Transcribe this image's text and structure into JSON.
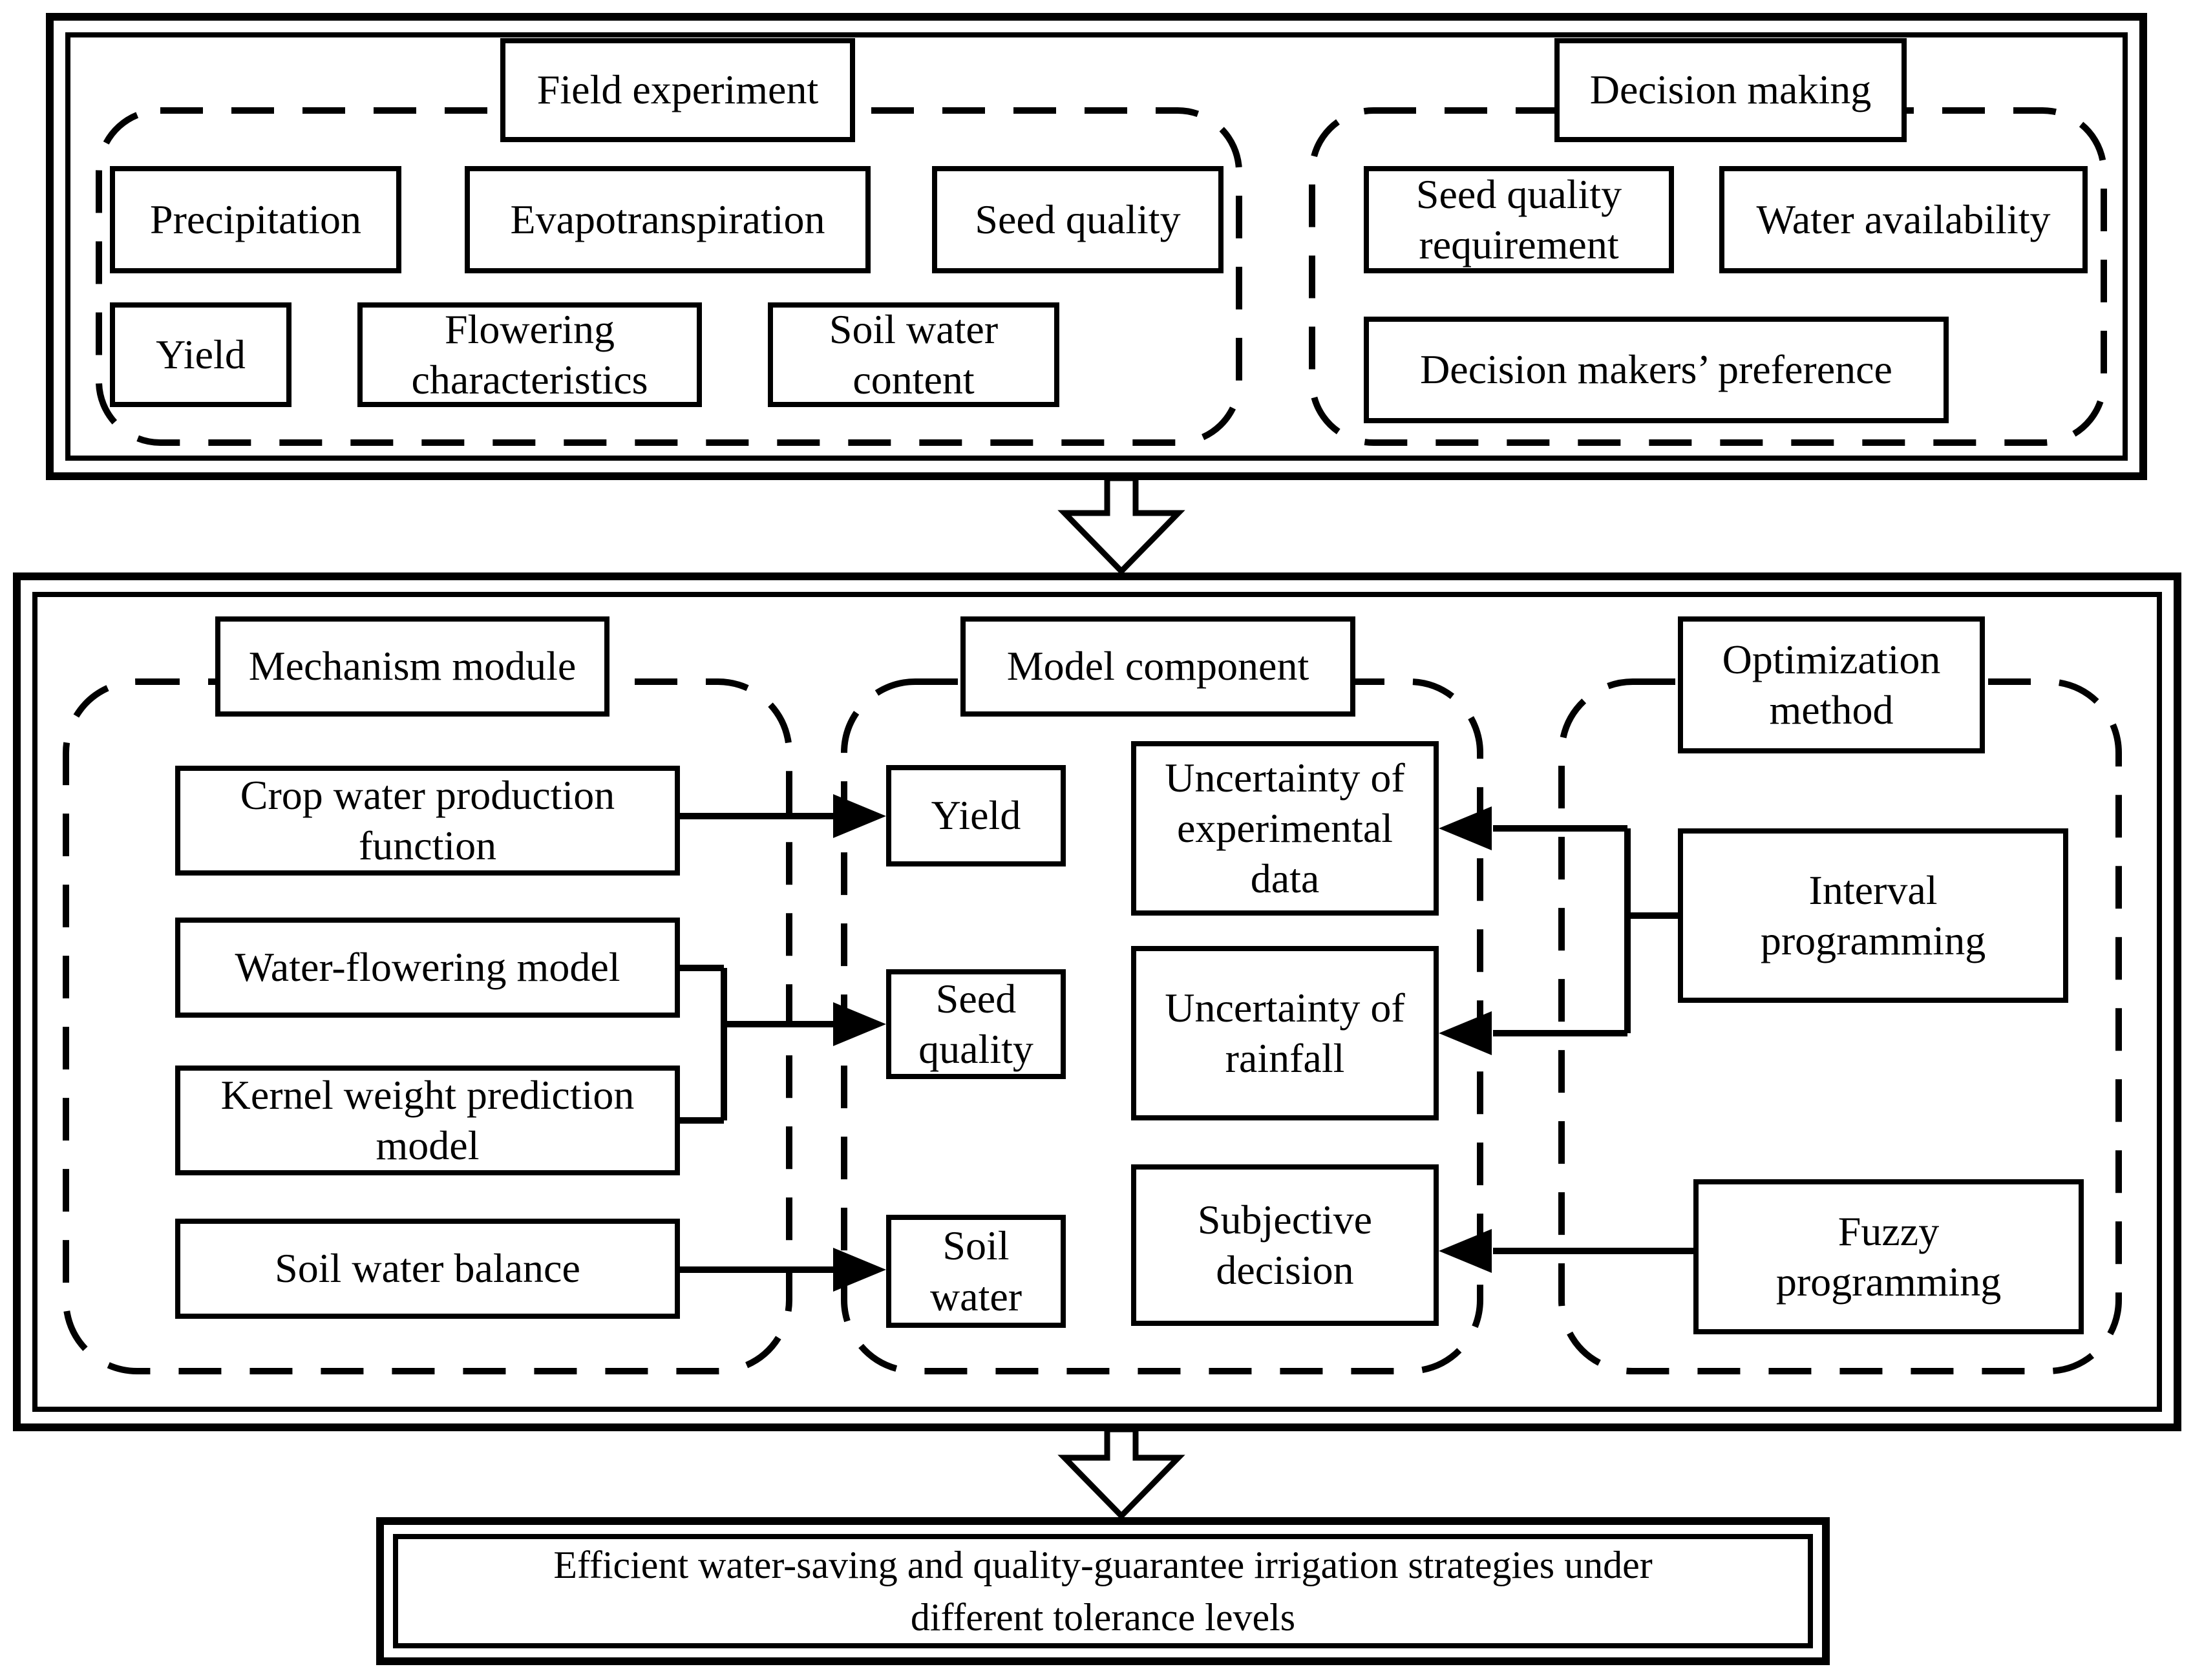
{
  "top_section": {
    "field_experiment": {
      "title": "Field experiment",
      "boxes": [
        "Precipitation",
        "Evapotranspiration",
        "Seed quality",
        "Yield",
        "Flowering\ncharacteristics",
        "Soil water\ncontent"
      ]
    },
    "decision_making": {
      "title": "Decision making",
      "boxes": [
        "Seed quality\nrequirement",
        "Water availability",
        "Decision makers’  preference"
      ]
    }
  },
  "middle_section": {
    "mechanism_module": {
      "title": "Mechanism module",
      "boxes": [
        "Crop water production\nfunction",
        "Water-flowering model",
        "Kernel weight prediction\nmodel",
        "Soil water balance"
      ]
    },
    "model_component": {
      "title": "Model component",
      "state_boxes": [
        "Yield",
        "Seed\nquality",
        "Soil\nwater"
      ],
      "uncertainty_boxes": [
        "Uncertainty of\nexperimental\ndata",
        "Uncertainty of\nrainfall",
        "Subjective\ndecision"
      ]
    },
    "optimization_method": {
      "title": "Optimization\nmethod",
      "boxes": [
        "Interval\nprogramming",
        "Fuzzy\nprogramming"
      ]
    }
  },
  "output_box": {
    "text": "Efficient water-saving and quality-guarantee irrigation strategies under\ndifferent tolerance levels"
  },
  "colors": {
    "ink": "#000000",
    "paper": "#ffffff"
  }
}
